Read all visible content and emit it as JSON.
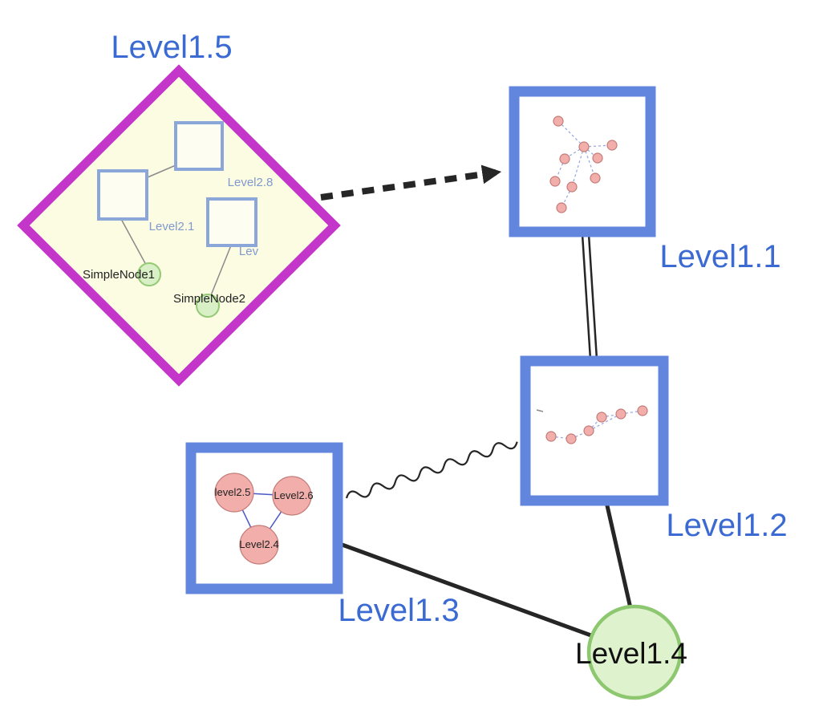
{
  "colors": {
    "label-blue": "#3a6ad2",
    "diamond-stroke": "#c435c9",
    "diamond-fill": "#fbfce2",
    "box-stroke": "#6285dd",
    "box-fill": "#ffffff",
    "inner-square-stroke": "#8ba6d8",
    "inner-square-fill": "#fdfdf2",
    "inner-square-label": "#8099cf",
    "inner-edge-gray": "#8a8a8a",
    "green-node-fill": "#d9efc5",
    "green-node-stroke": "#94ca74",
    "big-green-fill": "#def2cd",
    "big-green-stroke": "#8dc870",
    "pink-fill": "#f1aeab",
    "pink-stroke": "#c47c78",
    "mini-edge": "#92a4e0",
    "triangle-edge": "#4b56c8",
    "edge-color": "#262626"
  },
  "nodes": {
    "level1_5": {
      "label": "Level1.5"
    },
    "level1_1": {
      "label": "Level1.1"
    },
    "level1_2": {
      "label": "Level1.2"
    },
    "level1_3": {
      "label": "Level1.3"
    },
    "level1_4": {
      "label": "Level1.4"
    },
    "level2_8": {
      "label": "Level2.8"
    },
    "level2_1": {
      "label": "Level2.1"
    },
    "level2_truncated": {
      "label": "Lev"
    },
    "simple_node_1": {
      "label": "SimpleNode1"
    },
    "simple_node_2": {
      "label": "SimpleNode2"
    },
    "level2_5": {
      "label": "level2.5"
    },
    "level2_6": {
      "label": "Level2.6"
    },
    "level2_4": {
      "label": "Level2.4"
    }
  }
}
